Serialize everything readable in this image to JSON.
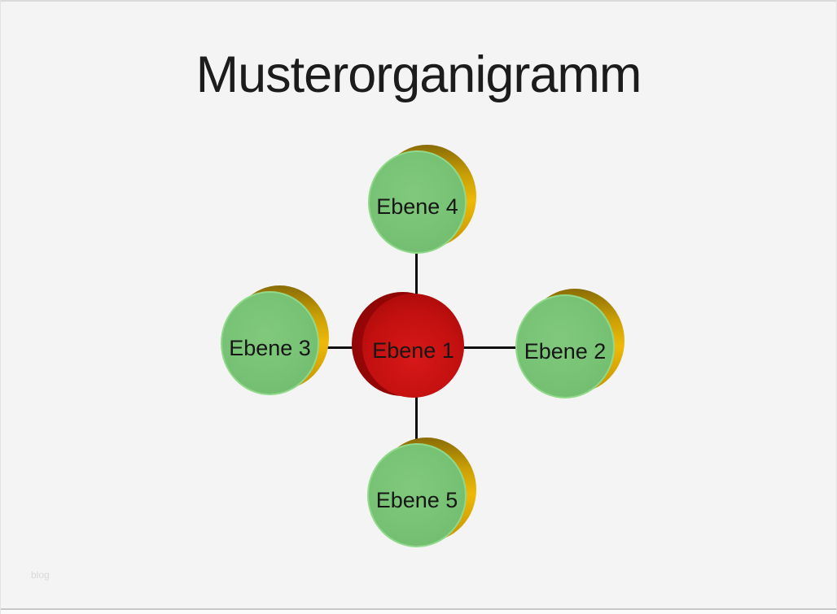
{
  "page": {
    "title": "Musterorganigramm",
    "watermark": "blog"
  },
  "colors": {
    "background": "#f4f4f4",
    "title_text": "#1c1c1c",
    "label_text": "#161616",
    "connector": "#0e0e0e",
    "green_face": "#77c274",
    "green_highlight": "#90d98a",
    "gold_back": "#e0ac06",
    "red_face": "#c31010",
    "red_back": "#8c0404"
  },
  "diagram": {
    "type": "radial-org-chart",
    "center": {
      "label": "Ebene 1"
    },
    "nodes": [
      {
        "label": "Ebene 4",
        "position": "top"
      },
      {
        "label": "Ebene 3",
        "position": "left"
      },
      {
        "label": "Ebene 2",
        "position": "right"
      },
      {
        "label": "Ebene 5",
        "position": "bottom"
      }
    ]
  }
}
